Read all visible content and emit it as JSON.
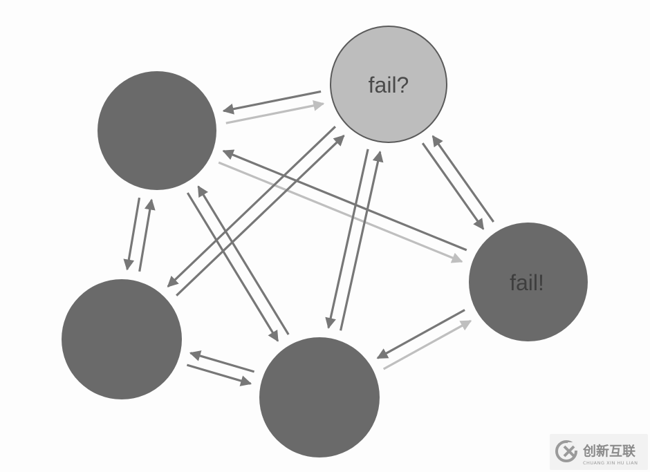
{
  "diagram": {
    "colors": {
      "node_dark": "#6a6a6a",
      "node_light": "#bdbdbd",
      "node_stroke": "#5a5a5a",
      "arrow_dark": "#777777",
      "arrow_light": "#bfbfbf",
      "label_dark": "#3e3e3e",
      "label_light": "#4a4a4a",
      "background": "#fdfdfd"
    },
    "nodes": [
      {
        "id": "top-right",
        "label": "fail?",
        "state": "suspect"
      },
      {
        "id": "top-left",
        "label": "",
        "state": "normal"
      },
      {
        "id": "right",
        "label": "fail!",
        "state": "failed"
      },
      {
        "id": "bottom-left",
        "label": "",
        "state": "normal"
      },
      {
        "id": "bottom-center",
        "label": "",
        "state": "normal"
      }
    ],
    "edges": [
      {
        "from": "top-right",
        "to": "top-left",
        "tone": "dark"
      },
      {
        "from": "top-left",
        "to": "top-right",
        "tone": "light"
      },
      {
        "from": "top-left",
        "to": "right",
        "tone": "light"
      },
      {
        "from": "right",
        "to": "top-left",
        "tone": "dark"
      },
      {
        "from": "top-left",
        "to": "bottom-left",
        "tone": "dark"
      },
      {
        "from": "bottom-left",
        "to": "top-left",
        "tone": "dark"
      },
      {
        "from": "top-left",
        "to": "bottom-center",
        "tone": "dark"
      },
      {
        "from": "bottom-center",
        "to": "top-left",
        "tone": "dark"
      },
      {
        "from": "top-right",
        "to": "bottom-left",
        "tone": "dark"
      },
      {
        "from": "bottom-left",
        "to": "top-right",
        "tone": "dark"
      },
      {
        "from": "top-right",
        "to": "bottom-center",
        "tone": "dark"
      },
      {
        "from": "bottom-center",
        "to": "top-right",
        "tone": "dark"
      },
      {
        "from": "top-right",
        "to": "right",
        "tone": "dark"
      },
      {
        "from": "right",
        "to": "top-right",
        "tone": "dark"
      },
      {
        "from": "bottom-center",
        "to": "right",
        "tone": "light"
      },
      {
        "from": "right",
        "to": "bottom-center",
        "tone": "dark"
      },
      {
        "from": "bottom-left",
        "to": "bottom-center",
        "tone": "dark"
      },
      {
        "from": "bottom-center",
        "to": "bottom-left",
        "tone": "dark"
      }
    ]
  },
  "watermark": {
    "logo_icon": "cx-logo-icon",
    "title": "创新互联",
    "subtitle": "CHUANG XIN HU LIAN"
  }
}
